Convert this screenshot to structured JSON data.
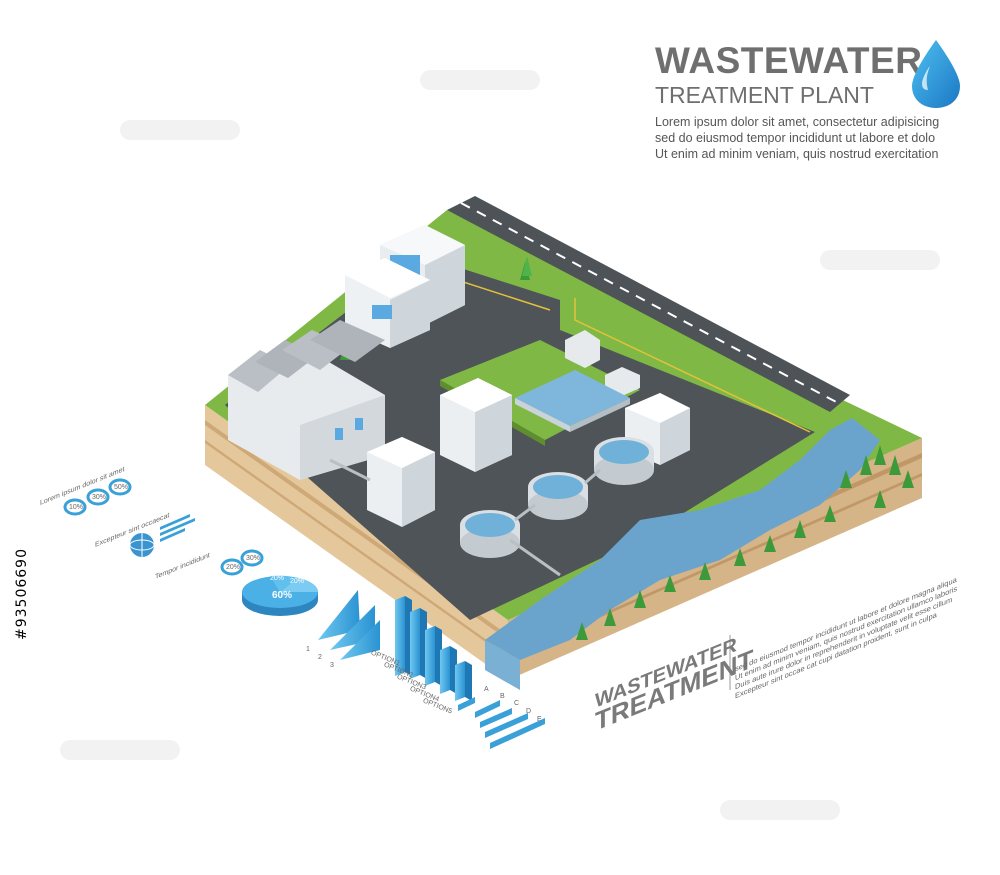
{
  "title": {
    "main": "WASTEWATER",
    "sub": "TREATMENT PLANT",
    "desc_lines": [
      "Lorem ipsum dolor sit amet, consectetur adipisicing",
      "sed do eiusmod tempor incididunt ut labore et dolo",
      "Ut enim ad minim veniam, quis nostrud exercitation"
    ]
  },
  "stock_id": "#93506690",
  "corner_label": {
    "line1": "WASTEWATER",
    "line2": "TREATMENT"
  },
  "iso_paragraph": "sed do eiusmod tempor incididunt ut labore et dolore magna aliqua Ut enim ad minim veniam, quis nostrud exercitation ullamco laboris Duis aute irure dolor in reprehenderit in voluptate velit esse cillum Excepteur sint occae cat cupi datation proident, sunt in culpa",
  "infographic": {
    "left_labels": [
      "Lorem ipsum dolor sit amet",
      "Excepteur sint occaecat",
      "Tempor incididunt"
    ],
    "ring_labels": [
      "10%",
      "30%",
      "50%"
    ],
    "small_ring_labels": [
      "20%",
      "30%"
    ],
    "pie_labels": [
      "60%",
      "20%",
      "20%"
    ],
    "option_labels": [
      "OPTION1",
      "OPTION2",
      "OPTION3",
      "OPTION4",
      "OPTION5"
    ],
    "letter_labels": [
      "A",
      "B",
      "C",
      "D",
      "E"
    ],
    "number_labels": [
      "1",
      "2",
      "3"
    ]
  },
  "colors": {
    "title_gray": "#6f6f6f",
    "accent_blue": "#3aa0d8",
    "grass": "#7db843",
    "asphalt": "#555a5e",
    "water": "#6aa2c8",
    "soil": "#e6cfa8"
  }
}
